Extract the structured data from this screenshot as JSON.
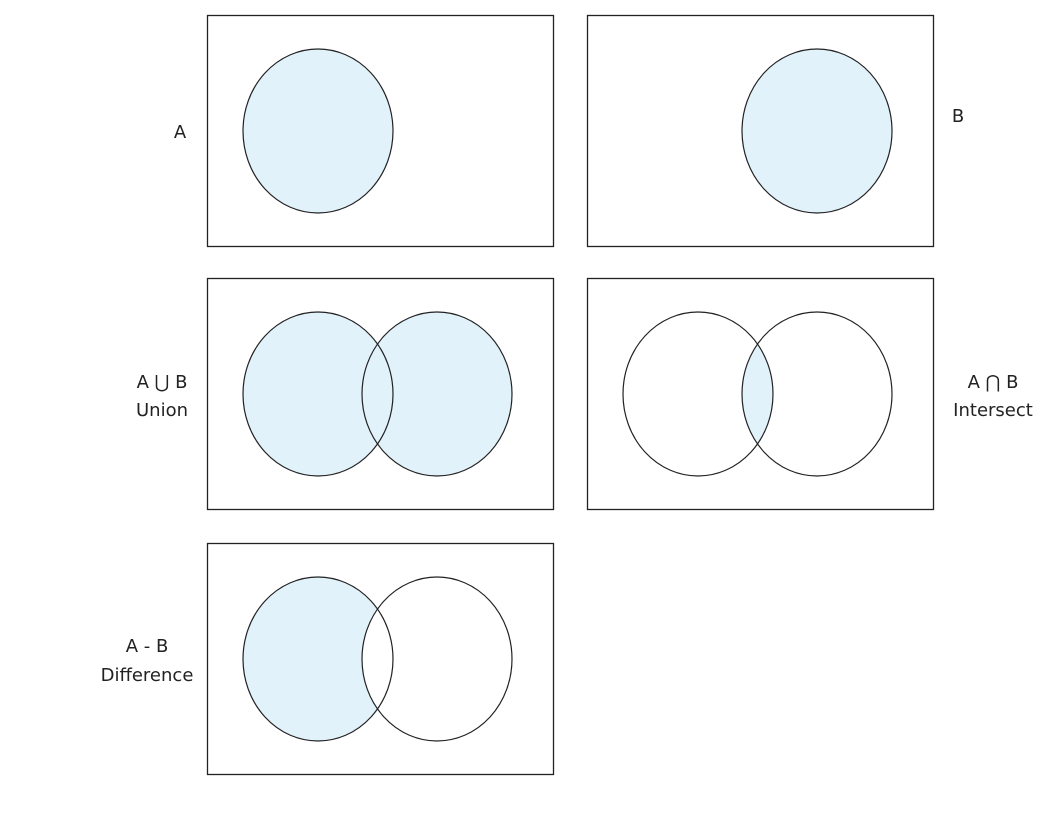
{
  "fill_color": "#e1f2fb",
  "stroke_color": "#222222",
  "panels": [
    {
      "id": "a",
      "label_line1": "A",
      "label_line2": ""
    },
    {
      "id": "b",
      "label_line1": "B",
      "label_line2": ""
    },
    {
      "id": "union",
      "label_line1": "A ⋃ B",
      "label_line2": "Union"
    },
    {
      "id": "intersect",
      "label_line1": "A ⋂ B",
      "label_line2": "Intersect"
    },
    {
      "id": "difference",
      "label_line1": "A - B",
      "label_line2": "Difference"
    }
  ]
}
